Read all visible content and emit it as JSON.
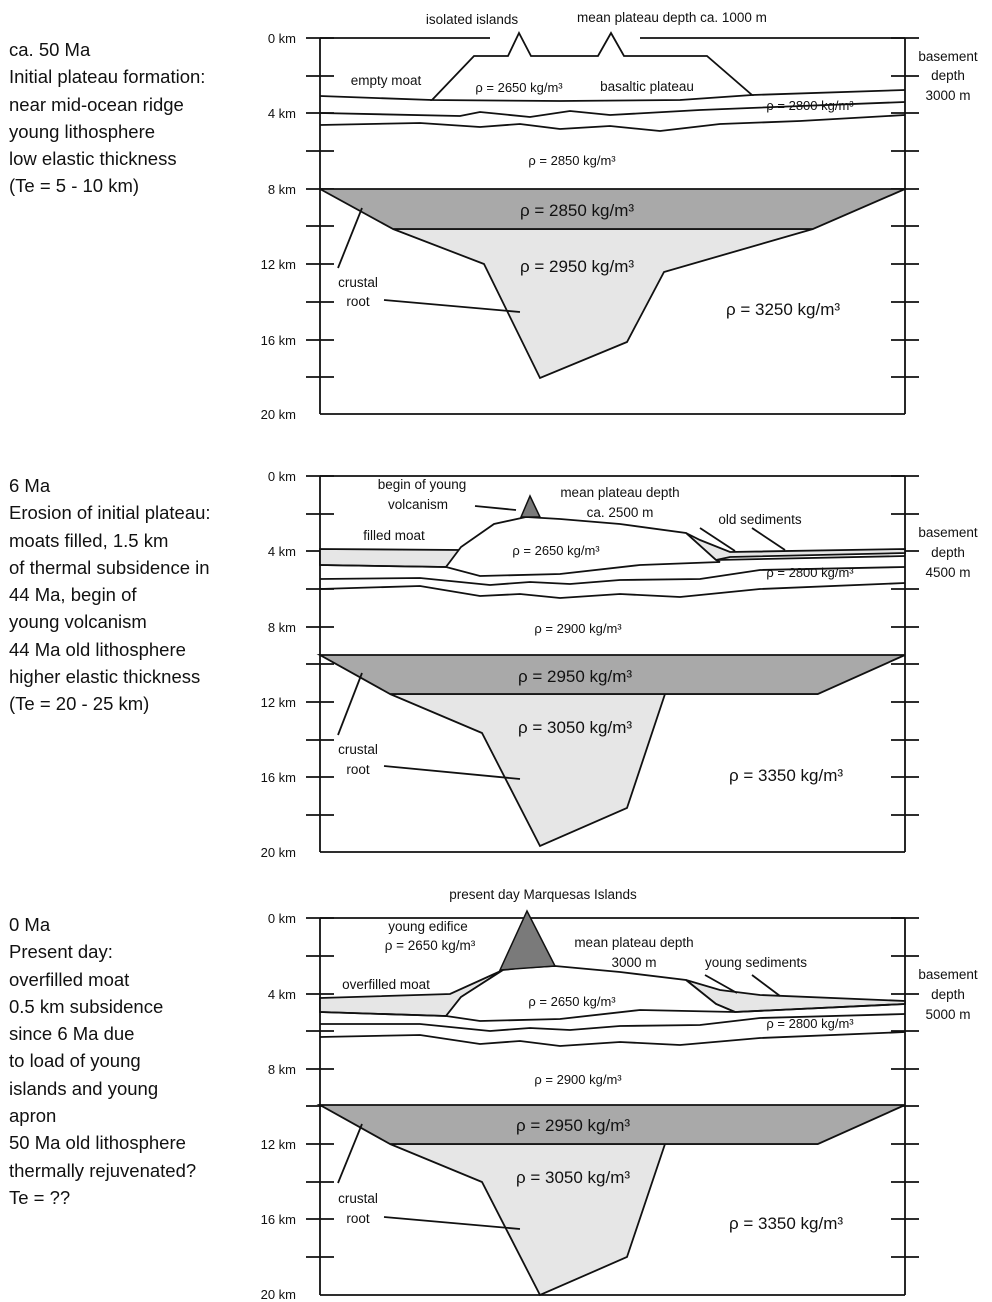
{
  "panels": [
    {
      "id": "p1",
      "description_lines": [
        "ca. 50 Ma",
        "Initial plateau formation:",
        "near mid-ocean ridge",
        "young lithosphere",
        "low elastic thickness",
        "(Te = 5 - 10 km)"
      ],
      "depth_ticks": [
        "0 km",
        "4 km",
        "8 km",
        "12 km",
        "16 km",
        "20 km"
      ],
      "annotations": {
        "top_left": "isolated islands",
        "top_right": "mean plateau depth ca. 1000 m",
        "moat": "empty moat",
        "plateau": "basaltic plateau",
        "crustal_root": [
          "crustal",
          "root"
        ],
        "basement": [
          "basement",
          "depth",
          "3000 m"
        ]
      },
      "densities": {
        "plateau": "ρ = 2650 kg/m³",
        "upper_crust_right": "ρ = 2800 kg/m³",
        "mid_crust": "ρ = 2850 kg/m³",
        "lower_band": "ρ = 2850 kg/m³",
        "root": "ρ = 2950 kg/m³",
        "mantle": "ρ = 3250 kg/m³"
      }
    },
    {
      "id": "p2",
      "description_lines": [
        "6 Ma",
        "Erosion of initial plateau:",
        "moats filled, 1.5 km",
        "of thermal subsidence in",
        "44 Ma, begin of",
        "young volcanism",
        "44 Ma old lithosphere",
        "higher elastic thickness",
        "(Te = 20 - 25 km)"
      ],
      "depth_ticks": [
        "0 km",
        "4 km",
        "8 km",
        "12 km",
        "16 km",
        "20 km"
      ],
      "annotations": {
        "volcanism": [
          "begin of young",
          "volcanism"
        ],
        "mean_depth": [
          "mean plateau depth",
          "ca. 2500 m"
        ],
        "moat": "filled moat",
        "sediments": "old sediments",
        "crustal_root": [
          "crustal",
          "root"
        ],
        "basement": [
          "basement",
          "depth",
          "4500 m"
        ]
      },
      "densities": {
        "plateau": "ρ = 2650 kg/m³",
        "upper_crust_right": "ρ = 2800 kg/m³",
        "mid_crust": "ρ = 2900 kg/m³",
        "lower_band": "ρ = 2950 kg/m³",
        "root": "ρ = 3050 kg/m³",
        "mantle": "ρ = 3350 kg/m³"
      }
    },
    {
      "id": "p3",
      "description_lines": [
        "0 Ma",
        "Present day:",
        "overfilled moat",
        "0.5 km subsidence",
        "since 6 Ma due",
        "to load of young",
        "islands and young",
        "apron",
        "50 Ma old lithosphere",
        "thermally rejuvenated?",
        "Te = ??"
      ],
      "depth_ticks": [
        "0 km",
        "4 km",
        "8 km",
        "12 km",
        "16 km",
        "20 km"
      ],
      "annotations": {
        "top": "present day Marquesas Islands",
        "edifice": [
          "young edifice",
          "ρ = 2650 kg/m³"
        ],
        "mean_depth": [
          "mean plateau depth",
          "3000 m"
        ],
        "moat": "overfilled moat",
        "sediments": "young sediments",
        "crustal_root": [
          "crustal",
          "root"
        ],
        "basement": [
          "basement",
          "depth",
          "5000 m"
        ]
      },
      "densities": {
        "plateau": "ρ = 2650 kg/m³",
        "upper_crust_right": "ρ = 2800 kg/m³",
        "mid_crust": "ρ = 2900 kg/m³",
        "lower_band": "ρ = 2950 kg/m³",
        "root": "ρ = 3050 kg/m³",
        "mantle": "ρ = 3350 kg/m³"
      }
    }
  ]
}
